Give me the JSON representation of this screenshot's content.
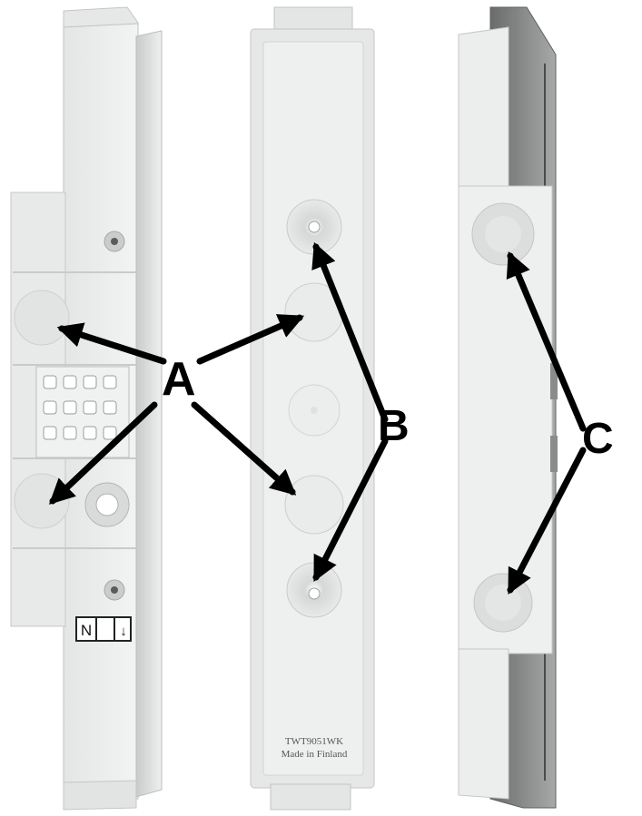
{
  "callouts": {
    "a": "A",
    "b": "B",
    "c": "C"
  },
  "label_strip": {
    "cell_1": "N",
    "cell_2": "",
    "cell_3": "↓"
  },
  "panel_b_marking": {
    "model": "TWT9051WK",
    "origin": "Made in Finland"
  },
  "colors": {
    "arrow": "#000000",
    "plastic_light": "#eceeee",
    "plastic_mid": "#d8dada",
    "plastic_dark": "#b4b6b6"
  }
}
